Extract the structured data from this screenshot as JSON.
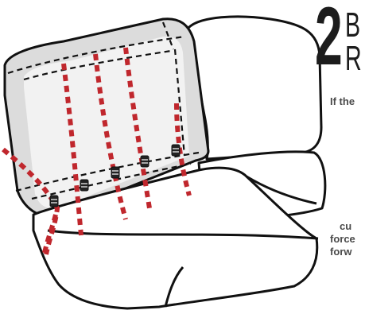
{
  "step": {
    "number": "2",
    "heading_line1": "B",
    "heading_line2": "R"
  },
  "text": {
    "line1": "If the",
    "line2": "cu",
    "line3": "force",
    "line4": "forw"
  },
  "colors": {
    "stitch_red": "#c0272d",
    "outline": "#111111",
    "seat_back_gray": "#dcdcdc",
    "seat_back_inner": "#f2f2f2"
  }
}
